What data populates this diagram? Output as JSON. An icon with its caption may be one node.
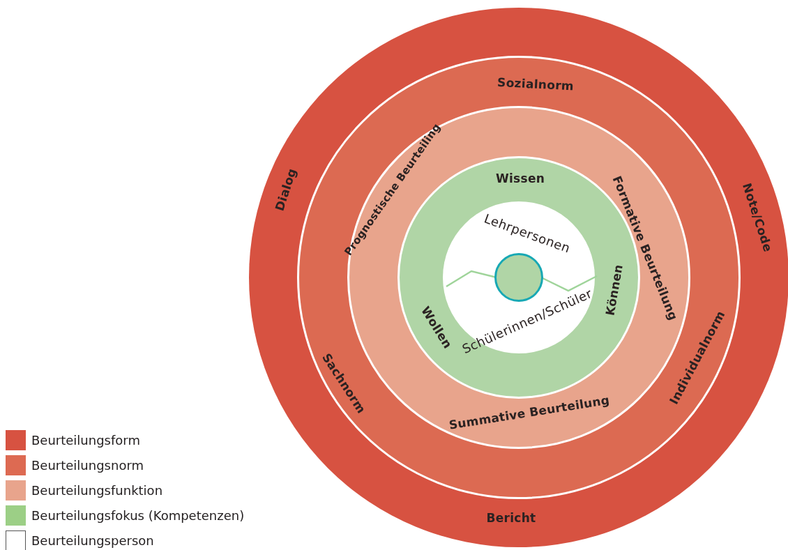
{
  "diagram": {
    "nodes": [
      {
        "text": [
          "Dialog",
          "Note/Code",
          "Bericht"
        ]
      },
      {
        "text": [
          "Sozialnorm",
          "Sachnorm",
          "Individualnorm"
        ],
        "in": 0
      },
      {
        "text": [
          "Prognostische Beurteiling",
          "Formative Beurteilung",
          "Summative Beurteilung"
        ],
        "in": 1
      },
      {
        "text": [
          "Wissen",
          "Können",
          "Wollen"
        ],
        "in": 2
      },
      {
        "text": [
          "Lehrpersonen",
          "Schülerinnen/Schüler"
        ],
        "in": 3
      },
      {
        "text": [],
        "shape": "circle",
        "in": 4
      }
    ],
    "legend": [
      {
        "text": "Beurteilungsform",
        "color": "#d75241"
      },
      {
        "text": "Beurteilungsnorm",
        "color": "#dd6a52"
      },
      {
        "text": "Beurteilungsfunktion",
        "color": "#e8a48c"
      },
      {
        "text": "Beurteilungsfokus (Kompetenzen)",
        "color": "#9ccf86"
      },
      {
        "text": "Beurteilungsperson",
        "color": "#ffffff"
      }
    ]
  }
}
